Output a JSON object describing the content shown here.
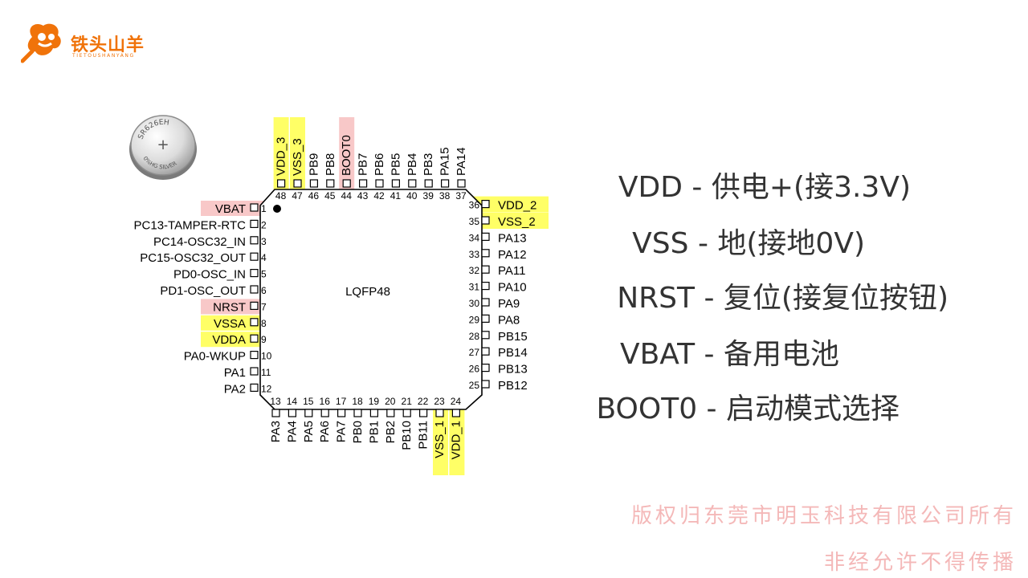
{
  "brand": {
    "name": "铁头山羊",
    "subtitle": "TIETOUSHANYANG",
    "color": "#f0730a"
  },
  "battery": {
    "top_text": "SR626EH",
    "bottom_text": "0%HG SILVER",
    "sign": "+"
  },
  "chip": {
    "package": "LQFP48",
    "highlight_power": "#ffff66",
    "highlight_special": "#f8c8c8",
    "left_pins": [
      {
        "num": "1",
        "name": "VBAT",
        "hl": "special"
      },
      {
        "num": "2",
        "name": "PC13-TAMPER-RTC",
        "hl": ""
      },
      {
        "num": "3",
        "name": "PC14-OSC32_IN",
        "hl": ""
      },
      {
        "num": "4",
        "name": "PC15-OSC32_OUT",
        "hl": ""
      },
      {
        "num": "5",
        "name": "PD0-OSC_IN",
        "hl": ""
      },
      {
        "num": "6",
        "name": "PD1-OSC_OUT",
        "hl": ""
      },
      {
        "num": "7",
        "name": "NRST",
        "hl": "special"
      },
      {
        "num": "8",
        "name": "VSSA",
        "hl": "power"
      },
      {
        "num": "9",
        "name": "VDDA",
        "hl": "power"
      },
      {
        "num": "10",
        "name": "PA0-WKUP",
        "hl": ""
      },
      {
        "num": "11",
        "name": "PA1",
        "hl": ""
      },
      {
        "num": "12",
        "name": "PA2",
        "hl": ""
      }
    ],
    "bottom_pins": [
      {
        "num": "13",
        "name": "PA3",
        "hl": ""
      },
      {
        "num": "14",
        "name": "PA4",
        "hl": ""
      },
      {
        "num": "15",
        "name": "PA5",
        "hl": ""
      },
      {
        "num": "16",
        "name": "PA6",
        "hl": ""
      },
      {
        "num": "17",
        "name": "PA7",
        "hl": ""
      },
      {
        "num": "18",
        "name": "PB0",
        "hl": ""
      },
      {
        "num": "19",
        "name": "PB1",
        "hl": ""
      },
      {
        "num": "20",
        "name": "PB2",
        "hl": ""
      },
      {
        "num": "21",
        "name": "PB10",
        "hl": ""
      },
      {
        "num": "22",
        "name": "PB11",
        "hl": ""
      },
      {
        "num": "23",
        "name": "VSS_1",
        "hl": "power"
      },
      {
        "num": "24",
        "name": "VDD_1",
        "hl": "power"
      }
    ],
    "right_pins": [
      {
        "num": "25",
        "name": "PB12",
        "hl": ""
      },
      {
        "num": "26",
        "name": "PB13",
        "hl": ""
      },
      {
        "num": "27",
        "name": "PB14",
        "hl": ""
      },
      {
        "num": "28",
        "name": "PB15",
        "hl": ""
      },
      {
        "num": "29",
        "name": "PA8",
        "hl": ""
      },
      {
        "num": "30",
        "name": "PA9",
        "hl": ""
      },
      {
        "num": "31",
        "name": "PA10",
        "hl": ""
      },
      {
        "num": "32",
        "name": "PA11",
        "hl": ""
      },
      {
        "num": "33",
        "name": "PA12",
        "hl": ""
      },
      {
        "num": "34",
        "name": "PA13",
        "hl": ""
      },
      {
        "num": "35",
        "name": "VSS_2",
        "hl": "power"
      },
      {
        "num": "36",
        "name": "VDD_2",
        "hl": "power"
      }
    ],
    "top_pins": [
      {
        "num": "37",
        "name": "PA14",
        "hl": ""
      },
      {
        "num": "38",
        "name": "PA15",
        "hl": ""
      },
      {
        "num": "39",
        "name": "PB3",
        "hl": ""
      },
      {
        "num": "40",
        "name": "PB4",
        "hl": ""
      },
      {
        "num": "41",
        "name": "PB5",
        "hl": ""
      },
      {
        "num": "42",
        "name": "PB6",
        "hl": ""
      },
      {
        "num": "43",
        "name": "PB7",
        "hl": ""
      },
      {
        "num": "44",
        "name": "BOOT0",
        "hl": "special"
      },
      {
        "num": "45",
        "name": "PB8",
        "hl": ""
      },
      {
        "num": "46",
        "name": "PB9",
        "hl": ""
      },
      {
        "num": "47",
        "name": "VSS_3",
        "hl": "power"
      },
      {
        "num": "48",
        "name": "VDD_3",
        "hl": "power"
      }
    ]
  },
  "legend": [
    {
      "term": "VDD",
      "desc": " - 供电+(接3.3V)"
    },
    {
      "term": "VSS",
      "desc": " - 地(接地0V)"
    },
    {
      "term": "NRST",
      "desc": " - 复位(接复位按钮)"
    },
    {
      "term": "VBAT",
      "desc": " - 备用电池"
    },
    {
      "term": "BOOT0",
      "desc": " - 启动模式选择"
    }
  ],
  "copyright": {
    "line1": "版权归东莞市明玉科技有限公司所有",
    "line2": "非经允许不得传播"
  }
}
